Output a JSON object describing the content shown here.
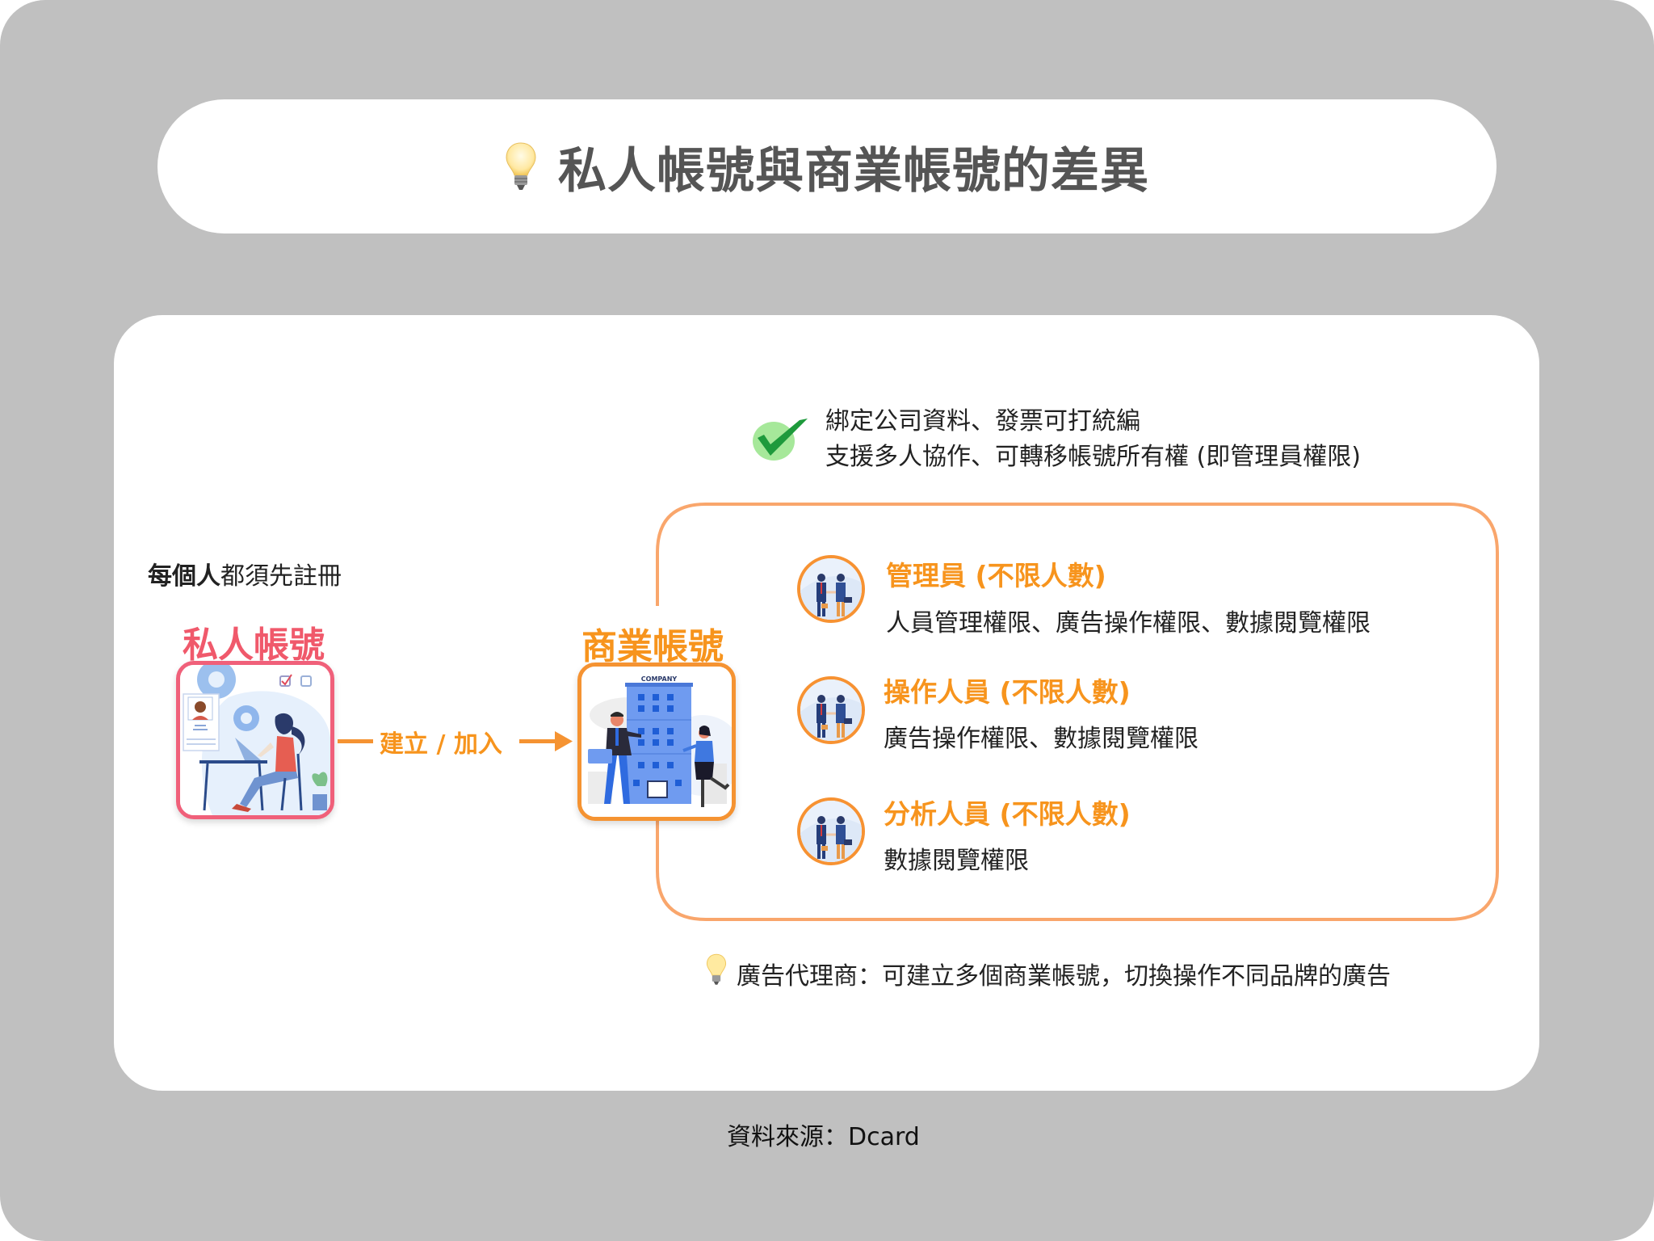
{
  "header": {
    "icon": "lightbulb-icon",
    "title": "私人帳號與商業帳號的差異"
  },
  "features": {
    "icon": "checkmark-icon",
    "lines": [
      "綁定公司資料、發票可打統編",
      "支援多人協作、可轉移帳號所有權 (即管理員權限)"
    ]
  },
  "registration_note": {
    "bold_part": "每個人",
    "rest": "都須先註冊"
  },
  "personal_account": {
    "label": "私人帳號",
    "image": "woman-working-on-laptop-illustration",
    "color": "#f0596b"
  },
  "flow_arrow": {
    "label": "建立 / 加入",
    "color": "#f7941d"
  },
  "business_account": {
    "label": "商業帳號",
    "image": "company-building-illustration",
    "building_sign": "COMPANY",
    "color": "#f7941d"
  },
  "roles": [
    {
      "icon": "handshake-icon",
      "title": "管理員 (不限人數)",
      "description": "人員管理權限、廣告操作權限、數據閱覽權限"
    },
    {
      "icon": "handshake-icon",
      "title": "操作人員 (不限人數)",
      "description": "廣告操作權限、數據閱覽權限"
    },
    {
      "icon": "handshake-icon",
      "title": "分析人員 (不限人數)",
      "description": "數據閱覽權限"
    }
  ],
  "agency_note": {
    "icon": "lightbulb-icon",
    "text": "廣告代理商：可建立多個商業帳號，切換操作不同品牌的廣告"
  },
  "source": {
    "text": "資料來源：Dcard"
  },
  "colors": {
    "background": "#c0c0c0",
    "card": "#ffffff",
    "title_text": "#555555",
    "accent_orange": "#f7941d",
    "panel_stroke": "#f9a66c",
    "accent_pink": "#f0596b",
    "check_green": "#1e9a3c"
  }
}
